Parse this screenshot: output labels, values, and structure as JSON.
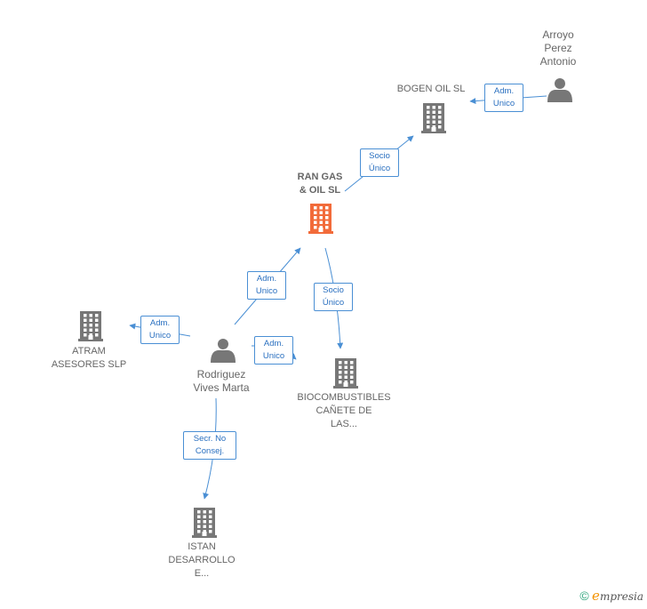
{
  "nodes": {
    "arroyo": {
      "lines": [
        "Arroyo",
        "Perez",
        "Antonio"
      ]
    },
    "bogen": {
      "lines": [
        "BOGEN OIL  SL"
      ]
    },
    "rangas": {
      "lines": [
        "RAN GAS",
        "& OIL  SL"
      ]
    },
    "rodriguez": {
      "lines": [
        "Rodriguez",
        "Vives Marta"
      ]
    },
    "atram": {
      "lines": [
        "ATRAM",
        "ASESORES  SLP"
      ]
    },
    "biocomb": {
      "lines": [
        "BIOCOMBUSTIBLES",
        "CAÑETE DE",
        "LAS..."
      ]
    },
    "istan": {
      "lines": [
        "ISTAN",
        "DESARROLLO",
        "E..."
      ]
    }
  },
  "edges": {
    "arroyo_bogen": [
      "Adm.",
      "Unico"
    ],
    "rangas_bogen": [
      "Socio",
      "Único"
    ],
    "rodriguez_rangas": [
      "Adm.",
      "Unico"
    ],
    "rangas_biocomb": [
      "Socio",
      "Único"
    ],
    "rodriguez_atram": [
      "Adm.",
      "Unico"
    ],
    "rodriguez_biocomb": [
      "Adm.",
      "Unico"
    ],
    "rodriguez_istan": [
      "Secr.  No",
      "Consej."
    ]
  },
  "credit": {
    "symbol": "©",
    "brand_initial": "e",
    "brand_rest": "mpresia"
  },
  "colors": {
    "edge": "#4a8fd4",
    "company": "#777777",
    "main_company": "#f26b3a",
    "person": "#777777"
  }
}
